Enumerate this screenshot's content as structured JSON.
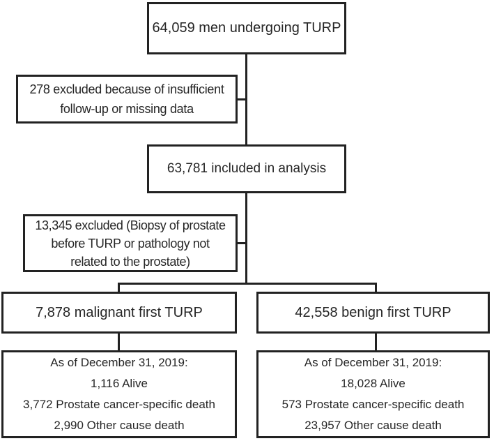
{
  "flowchart": {
    "boxes": {
      "total": {
        "text": "64,059 men undergoing TURP"
      },
      "excluded_insufficient": {
        "lines": [
          "278 excluded because of insufficient",
          "follow-up or missing data"
        ]
      },
      "included": {
        "text": "63,781 included in analysis"
      },
      "excluded_biopsy": {
        "lines": [
          "13,345 excluded (Biopsy of prostate",
          "before TURP or pathology not",
          "related to the prostate)"
        ]
      },
      "malignant": {
        "text": "7,878 malignant first TURP"
      },
      "benign": {
        "text": "42,558 benign first TURP"
      },
      "malignant_outcome": {
        "lines": [
          "As of December 31, 2019:",
          "1,116 Alive",
          "3,772 Prostate cancer-specific death",
          "2,990 Other cause death"
        ]
      },
      "benign_outcome": {
        "lines": [
          "As of December 31, 2019:",
          "18,028 Alive",
          "573 Prostate cancer-specific death",
          "23,957 Other cause death"
        ]
      }
    },
    "colors": {
      "line": "#222222",
      "text": "#262626",
      "background": "#ffffff"
    }
  }
}
